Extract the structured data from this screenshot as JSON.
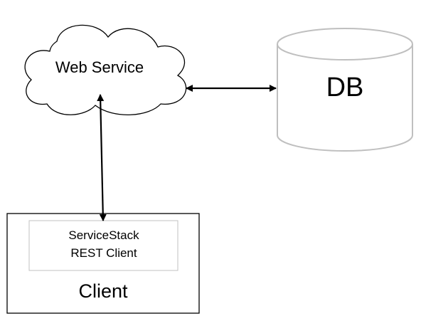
{
  "web_service": {
    "label": "Web Service"
  },
  "database": {
    "label": "DB"
  },
  "client": {
    "label": "Client",
    "component": {
      "line1": "ServiceStack",
      "line2": "REST Client"
    }
  },
  "colors": {
    "stroke": "#000000",
    "db_stroke": "#bfbfbf",
    "inner_box_stroke": "#c0c0c0",
    "background": "#ffffff"
  }
}
